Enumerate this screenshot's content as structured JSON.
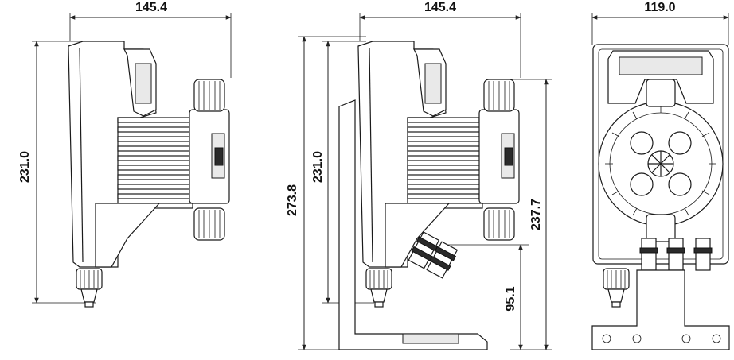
{
  "dimensions": {
    "side_width": "145.4",
    "side_height": "231.0",
    "mounted_width": "145.4",
    "mounted_total_height": "273.8",
    "mounted_height": "231.0",
    "outlet_height": "237.7",
    "inlet_height": "95.1",
    "front_width": "119.0"
  }
}
